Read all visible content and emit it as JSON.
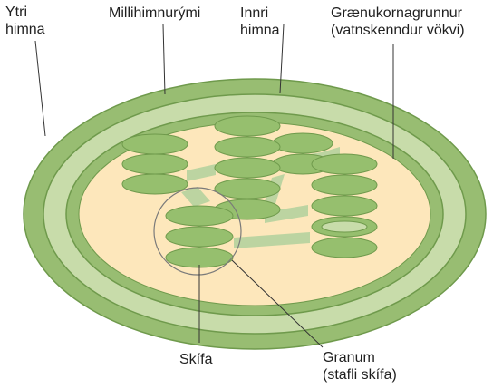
{
  "labels": {
    "outer_membrane": [
      "Ytri",
      "himna"
    ],
    "intermembrane_space": [
      "Millihimnurými"
    ],
    "inner_membrane": [
      "Innri",
      "himna"
    ],
    "stroma": [
      "Grænukornagrunnur",
      "(vatnskenndur vökvi)"
    ],
    "thylakoid": [
      "Skífa"
    ],
    "granum": [
      "Granum",
      "(stafli skífa)"
    ]
  },
  "colors": {
    "outer_membrane": "#98bd72",
    "intermembrane_space": "#c8dcaa",
    "inner_membrane": "#98bd72",
    "stroma": "#fde7bb",
    "thylakoid": "#96bf6e",
    "thylakoid_stroke": "#6f9a4c",
    "stroma_lamella": "#bcd4a1",
    "membrane_stroke": "#6f9a4c",
    "leader_line": "#333333",
    "highlight_circle": "#7a7a7a",
    "text": "#1f1f1f"
  }
}
